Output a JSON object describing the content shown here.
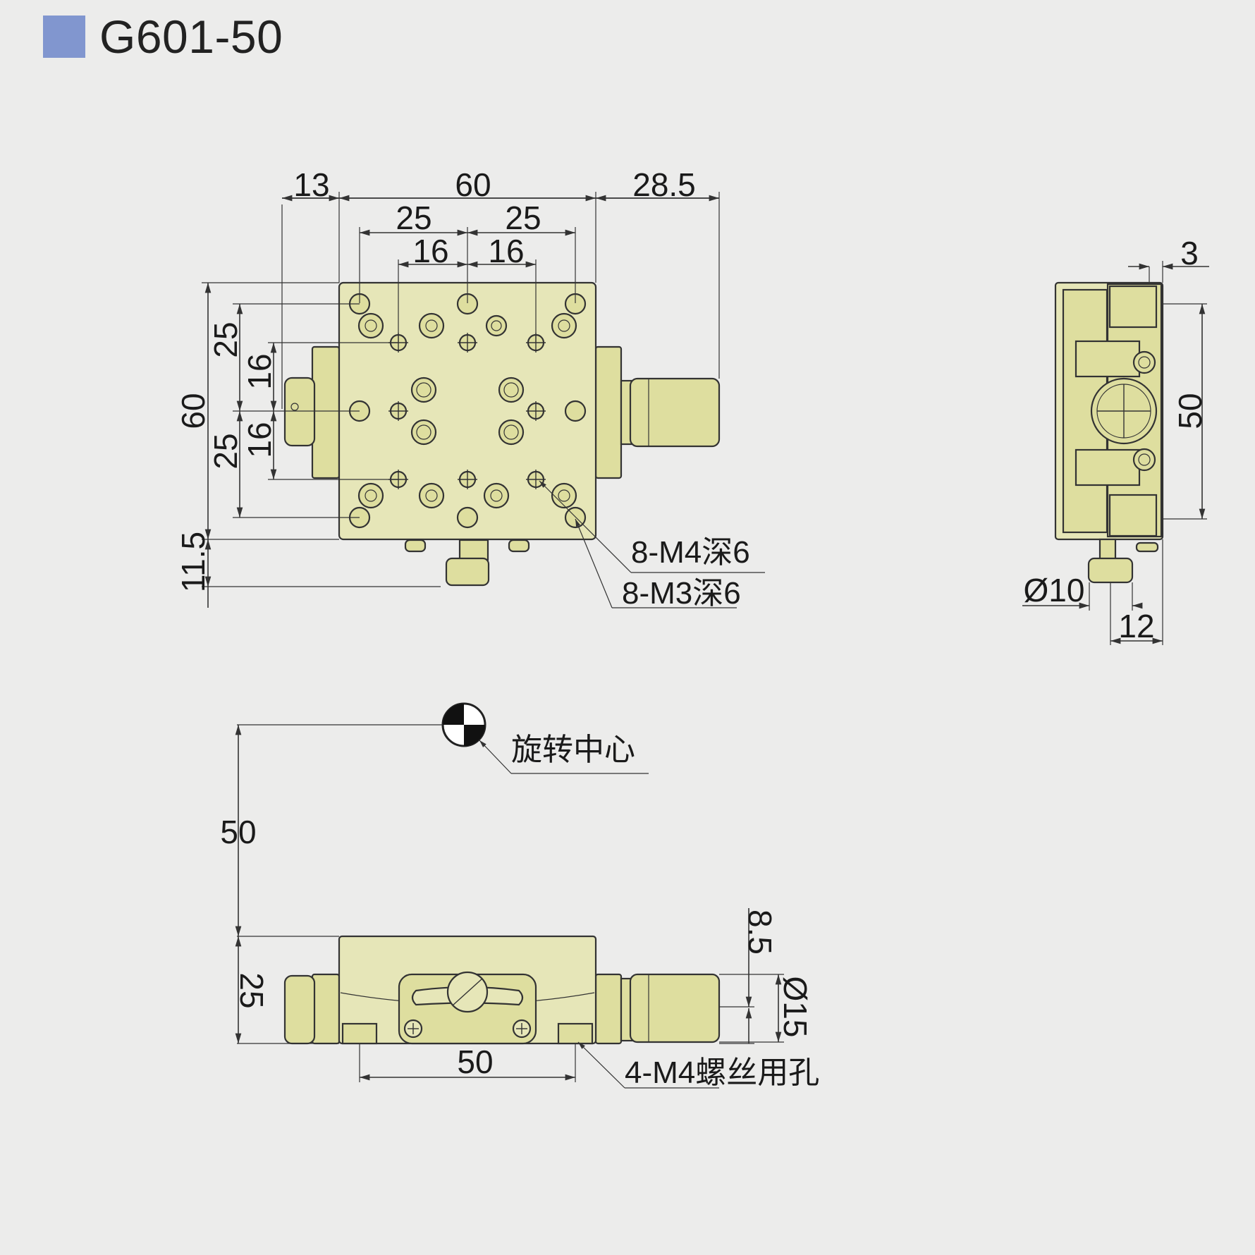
{
  "title": "G601-50",
  "colors": {
    "swatch": "#8196cf",
    "body": "#e6e6b8",
    "background": "#ececeb"
  },
  "top_view": {
    "dims": {
      "left_offset": "13",
      "width": "60",
      "right_offset": "28.5",
      "hole_pitch_left": "25",
      "hole_pitch_right": "25",
      "inner_pitch_left": "16",
      "inner_pitch_right": "16",
      "height": "60",
      "v_pitch_top": "25",
      "v_pitch_bottom": "25",
      "v_inner_top": "16",
      "v_inner_bottom": "16",
      "bottom_offset": "11.5"
    },
    "callouts": {
      "m4_holes": "8-M4深6",
      "m3_holes": "8-M3深6"
    }
  },
  "side_view": {
    "dims": {
      "flange": "3",
      "height": "50",
      "knob_dia": "Ø10",
      "knob_offset": "12"
    }
  },
  "front_view": {
    "rotation_center_label": "旋转中心",
    "dims": {
      "center_height": "50",
      "body_height": "25",
      "mount_pitch": "50",
      "micrometer_offset": "8.5",
      "micrometer_dia": "Ø15"
    },
    "callouts": {
      "mount_holes": "4-M4螺丝用孔"
    }
  }
}
